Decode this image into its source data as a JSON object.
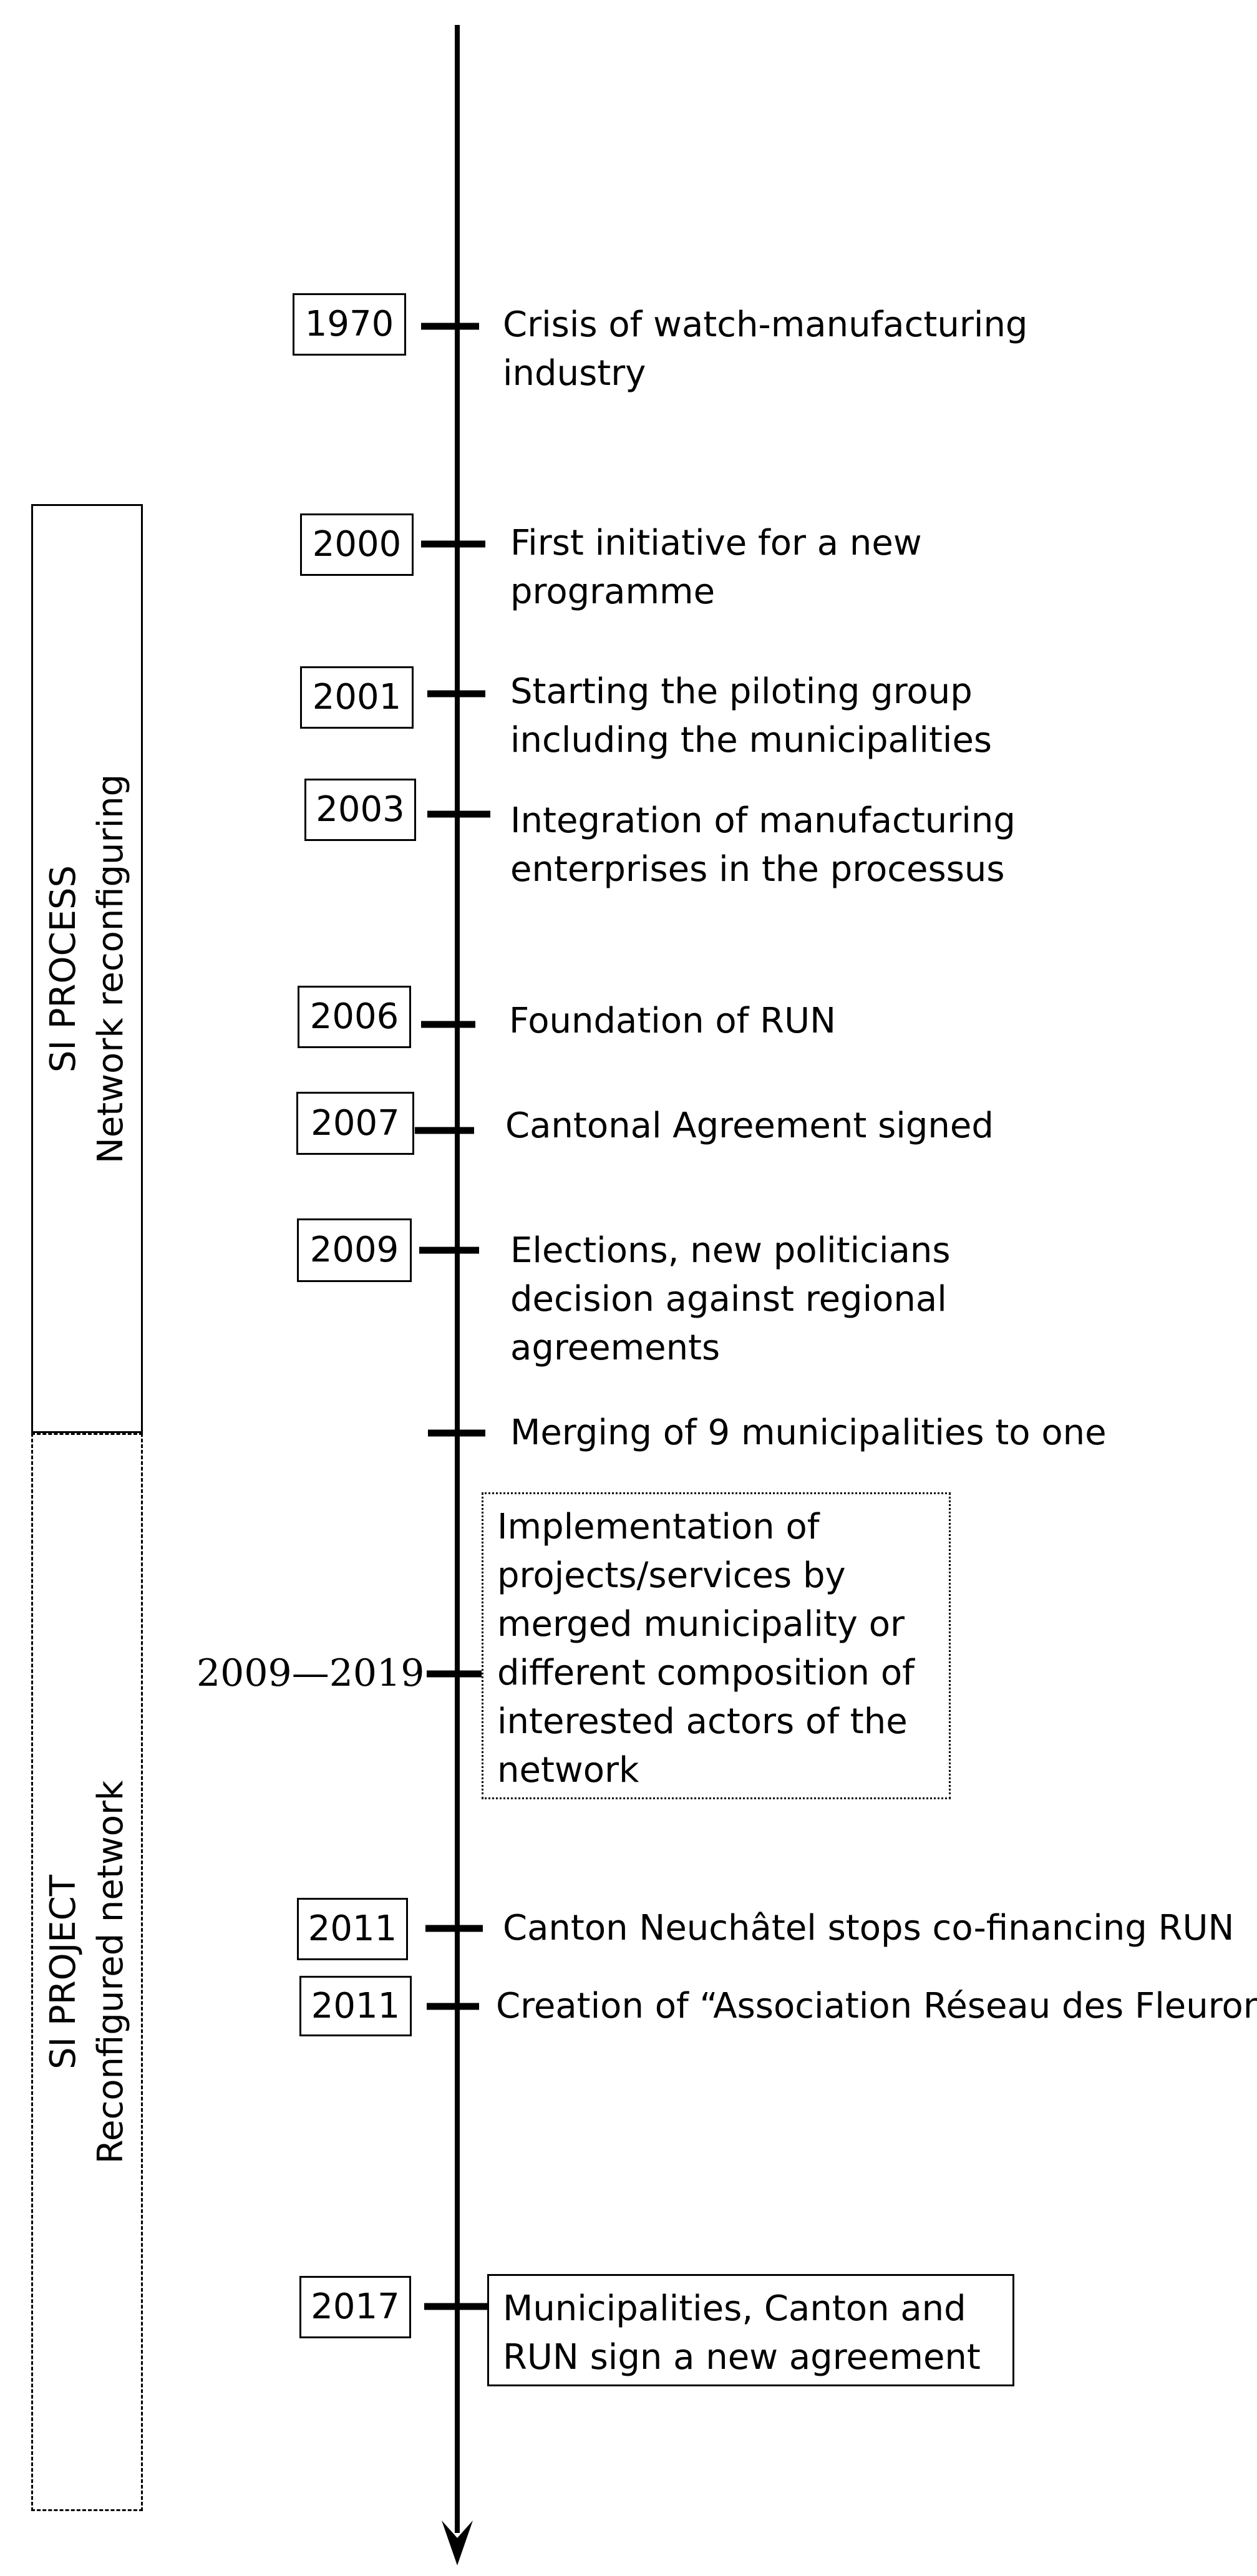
{
  "phases": [
    {
      "line1": "SI PROCESS",
      "line2": "Network reconfiguring",
      "border": "solid"
    },
    {
      "line1": "SI PROJECT",
      "line2": "Reconfigured network",
      "border": "dashed"
    }
  ],
  "events": [
    {
      "year": "1970",
      "lines": [
        "Crisis of watch-manufacturing",
        "industry"
      ]
    },
    {
      "year": "2000",
      "lines": [
        "First initiative for a new",
        "programme"
      ]
    },
    {
      "year": "2001",
      "lines": [
        "Starting the piloting group",
        "including the municipalities"
      ]
    },
    {
      "year": "2003",
      "lines": [
        "Integration of manufacturing",
        "enterprises in the processus"
      ]
    },
    {
      "year": "2006",
      "lines": [
        "Foundation of RUN"
      ]
    },
    {
      "year": "2007",
      "lines": [
        "Cantonal Agreement signed"
      ]
    },
    {
      "year": "2009",
      "lines": [
        "Elections, new politicians",
        "decision against regional",
        "agreements"
      ]
    },
    {
      "year": "",
      "lines": [
        "Merging of 9 municipalities to one"
      ]
    },
    {
      "year_range": "2009—2019",
      "lines": [
        "Implementation of",
        "projects/services by",
        "merged municipality or",
        "different composition of",
        "interested actors of the",
        "network"
      ]
    },
    {
      "year": "2011",
      "lines": [
        "Canton Neuchâtel stops co-financing RUN"
      ]
    },
    {
      "year": "2011",
      "lines": [
        "Creation of “Association Réseau des Fleurons”"
      ]
    },
    {
      "year": "2017",
      "lines": [
        "Municipalities, Canton and",
        "RUN sign a new agreement"
      ]
    }
  ]
}
